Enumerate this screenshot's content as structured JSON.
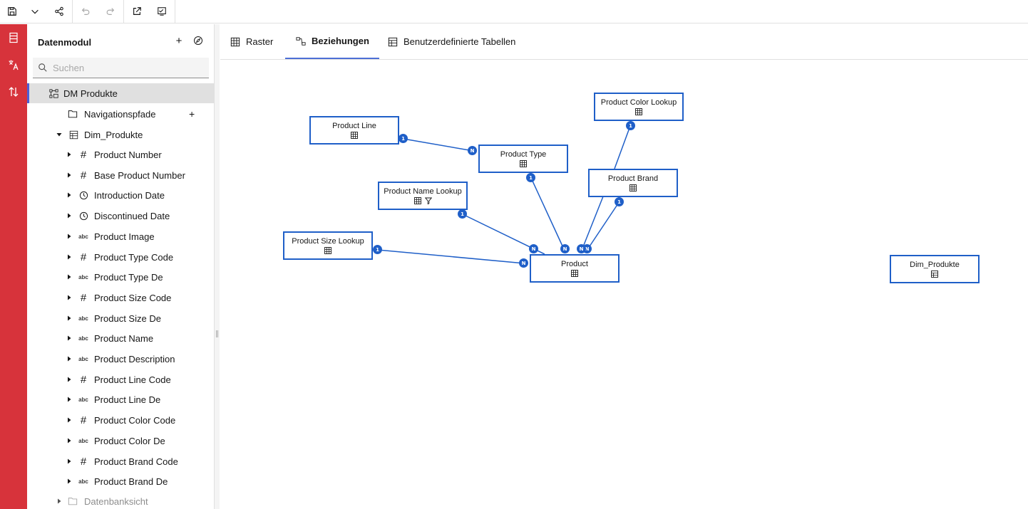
{
  "toolbar": {
    "buttons": [
      "save-icon",
      "chevron-down-icon",
      "share-icon",
      "undo-icon",
      "redo-icon",
      "launch-icon",
      "validate-icon"
    ]
  },
  "rail": {
    "icons": [
      "data-source-icon",
      "translate-icon",
      "sort-icon"
    ]
  },
  "panel": {
    "title": "Datenmodul",
    "search_placeholder": "Suchen",
    "root": "DM Produkte",
    "nav_paths": "Navigationspfade",
    "table": "Dim_Produkte",
    "columns": [
      {
        "type": "number",
        "label": "Product Number"
      },
      {
        "type": "number",
        "label": "Base Product Number"
      },
      {
        "type": "date",
        "label": "Introduction Date"
      },
      {
        "type": "date",
        "label": "Discontinued Date"
      },
      {
        "type": "text",
        "label": "Product Image"
      },
      {
        "type": "number",
        "label": "Product Type Code"
      },
      {
        "type": "text",
        "label": "Product Type De"
      },
      {
        "type": "number",
        "label": "Product Size Code"
      },
      {
        "type": "text",
        "label": "Product Size De"
      },
      {
        "type": "text",
        "label": "Product Name"
      },
      {
        "type": "text",
        "label": "Product Description"
      },
      {
        "type": "number",
        "label": "Product Line Code"
      },
      {
        "type": "text",
        "label": "Product Line De"
      },
      {
        "type": "number",
        "label": "Product Color Code"
      },
      {
        "type": "text",
        "label": "Product Color De"
      },
      {
        "type": "number",
        "label": "Product Brand Code"
      },
      {
        "type": "text",
        "label": "Product Brand De"
      }
    ],
    "db_view": "Datenbanksicht",
    "text_type_glyph": "abc",
    "number_type_glyph": "#"
  },
  "tabs": [
    {
      "label": "Raster",
      "active": false
    },
    {
      "label": "Beziehungen",
      "active": true
    },
    {
      "label": "Benutzerdefinierte Tabellen",
      "active": false
    }
  ],
  "diagram": {
    "nodes": {
      "product_line": "Product Line",
      "product_type": "Product Type",
      "product_color_lookup": "Product Color Lookup",
      "product_brand": "Product Brand",
      "product_name_lookup": "Product Name Lookup",
      "product_size_lookup": "Product Size Lookup",
      "product": "Product",
      "dim_produkte": "Dim_Produkte"
    },
    "cardinality_one": "1",
    "cardinality_many": "N"
  },
  "colors": {
    "rail": "#d7333b",
    "accent": "#1f5fc8"
  }
}
